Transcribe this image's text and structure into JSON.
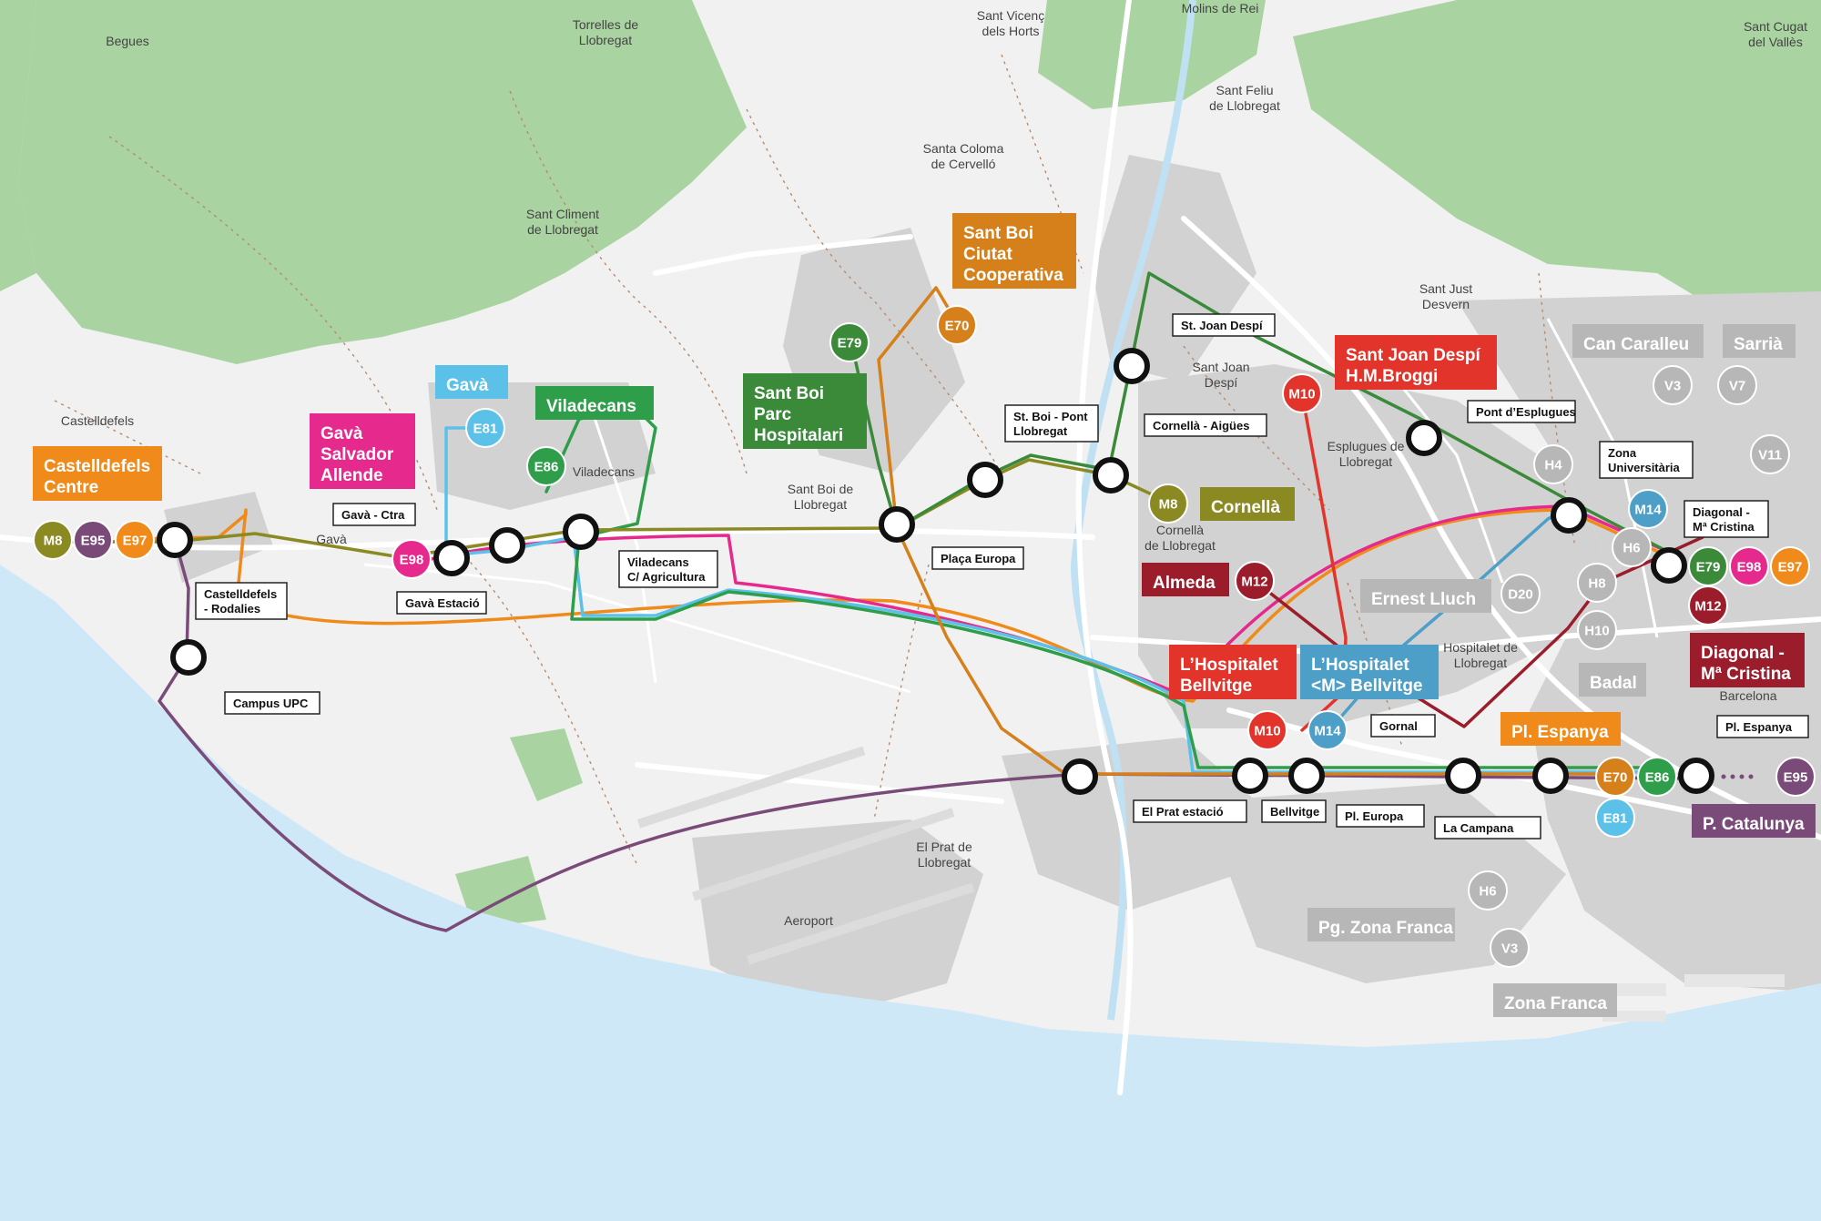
{
  "colors": {
    "sea": "#cfe8f7",
    "green_area": "#a9d3a0",
    "land": "#f1f1f1",
    "urban": "#d2d2d2",
    "road": "#ffffff",
    "river": "#bfe1f3",
    "border": "#b98a6a",
    "stop_ring": "#111111",
    "M8": "#8b8a22",
    "E95": "#7a4a78",
    "E97": "#f08a1a",
    "E98": "#e6298d",
    "E81": "#5cc1e9",
    "E86": "#2e9e4a",
    "E79": "#3a8a3a",
    "E70": "#d6801c",
    "M10": "#e2342a",
    "M12": "#9b1d2c",
    "M14": "#4d9fc8",
    "H": "#b7b7b7"
  },
  "places": [
    {
      "name": "Begues",
      "lines": [
        "Begues"
      ]
    },
    {
      "name": "Torrelles de Llobregat",
      "lines": [
        "Torrelles de",
        "Llobregat"
      ]
    },
    {
      "name": "Sant Vicenç dels Horts",
      "lines": [
        "Sant Vicenç",
        "dels Horts"
      ]
    },
    {
      "name": "Molins de Rei",
      "lines": [
        "Molins de Rei"
      ]
    },
    {
      "name": "Sant Cugat del Vallès",
      "lines": [
        "Sant Cugat",
        "del Vallès"
      ]
    },
    {
      "name": "Sant Feliu de Llobregat",
      "lines": [
        "Sant Feliu",
        "de Llobregat"
      ]
    },
    {
      "name": "Santa Coloma de Cervelló",
      "lines": [
        "Santa Coloma",
        "de Cervelló"
      ]
    },
    {
      "name": "Sant Climent de Llobregat",
      "lines": [
        "Sant Climent",
        "de Llobregat"
      ]
    },
    {
      "name": "Sant Just Desvern",
      "lines": [
        "Sant Just",
        "Desvern"
      ]
    },
    {
      "name": "Sant Joan Despí",
      "lines": [
        "Sant Joan",
        "Despí"
      ]
    },
    {
      "name": "Castelldefels",
      "lines": [
        "Castelldefels"
      ]
    },
    {
      "name": "Viladecans",
      "lines": [
        "Viladecans"
      ]
    },
    {
      "name": "Gavà",
      "lines": [
        "Gavà"
      ]
    },
    {
      "name": "Sant Boi de Llobregat",
      "lines": [
        "Sant Boi de",
        "Llobregat"
      ]
    },
    {
      "name": "Esplugues de Llobregat",
      "lines": [
        "Esplugues de",
        "Llobregat"
      ]
    },
    {
      "name": "Cornellà de Llobregat",
      "lines": [
        "Cornellà",
        "de Llobregat"
      ]
    },
    {
      "name": "Hospitalet de Llobregat",
      "lines": [
        "Hospitalet de",
        "Llobregat"
      ]
    },
    {
      "name": "Barcelona",
      "lines": [
        "Barcelona"
      ]
    },
    {
      "name": "El Prat de Llobregat",
      "lines": [
        "El Prat de",
        "Llobregat"
      ]
    },
    {
      "name": "Aeroport",
      "lines": [
        "Aeroport"
      ]
    }
  ],
  "stops": [
    {
      "label": "Castelldefels - Rodalies",
      "lines": [
        "Castelldefels",
        "- Rodalies"
      ]
    },
    {
      "label": "Campus UPC",
      "lines": [
        "Campus UPC"
      ]
    },
    {
      "label": "Gavà - Ctra",
      "lines": [
        "Gavà - Ctra"
      ]
    },
    {
      "label": "Gavà Estació",
      "lines": [
        "Gavà Estació"
      ]
    },
    {
      "label": "Viladecans C/ Agricultura",
      "lines": [
        "Viladecans",
        "C/ Agricultura"
      ]
    },
    {
      "label": "Plaça Europa",
      "lines": [
        "Plaça Europa"
      ]
    },
    {
      "label": "St. Boi - Pont Llobregat",
      "lines": [
        "St. Boi - Pont",
        "Llobregat"
      ]
    },
    {
      "label": "St. Joan Despí",
      "lines": [
        "St. Joan Despí"
      ]
    },
    {
      "label": "Cornellà - Aigües",
      "lines": [
        "Cornellà - Aigües"
      ]
    },
    {
      "label": "Pont d'Esplugues",
      "lines": [
        "Pont d’Esplugues"
      ]
    },
    {
      "label": "Zona Universitària",
      "lines": [
        "Zona",
        "Universitària"
      ]
    },
    {
      "label": "Diagonal - Mª Cristina",
      "lines": [
        "Diagonal -",
        "Mª Cristina"
      ]
    },
    {
      "label": "El Prat estació",
      "lines": [
        "El Prat estació"
      ]
    },
    {
      "label": "Bellvitge",
      "lines": [
        "Bellvitge"
      ]
    },
    {
      "label": "Gornal",
      "lines": [
        "Gornal"
      ]
    },
    {
      "label": "Pl. Europa",
      "lines": [
        "Pl. Europa"
      ]
    },
    {
      "label": "La Campana",
      "lines": [
        "La Campana"
      ]
    },
    {
      "label": "Pl. Espanya",
      "lines": [
        "Pl. Espanya"
      ]
    }
  ],
  "hubs": [
    {
      "label": "Castelldefels Centre",
      "lines": [
        "Castelldefels",
        "Centre"
      ],
      "color": "#f08a1a"
    },
    {
      "label": "Gavà",
      "lines": [
        "Gavà"
      ],
      "color": "#5cc1e9"
    },
    {
      "label": "Gavà Salvador Allende",
      "lines": [
        "Gavà",
        "Salvador",
        "Allende"
      ],
      "color": "#e6298d"
    },
    {
      "label": "Viladecans",
      "lines": [
        "Viladecans"
      ],
      "color": "#2e9e4a"
    },
    {
      "label": "Sant Boi Parc Hospitalari",
      "lines": [
        "Sant Boi",
        "Parc",
        "Hospitalari"
      ],
      "color": "#3a8a3a"
    },
    {
      "label": "Sant Boi Ciutat Cooperativa",
      "lines": [
        "Sant Boi",
        "Ciutat",
        "Cooperativa"
      ],
      "color": "#d6801c"
    },
    {
      "label": "Sant Joan Despí H.M.Broggi",
      "lines": [
        "Sant Joan Despí",
        "H.M.Broggi"
      ],
      "color": "#e2342a"
    },
    {
      "label": "Cornellà",
      "lines": [
        "Cornellà"
      ],
      "color": "#8b8a22"
    },
    {
      "label": "Almeda",
      "lines": [
        "Almeda"
      ],
      "color": "#9b1d2c"
    },
    {
      "label": "L'Hospitalet Bellvitge",
      "lines": [
        "L’Hospitalet",
        "Bellvitge"
      ],
      "color": "#e2342a"
    },
    {
      "label": "L'Hospitalet <M> Bellvitge",
      "lines": [
        "L’Hospitalet",
        "<M> Bellvitge"
      ],
      "color": "#4d9fc8"
    },
    {
      "label": "Ernest Lluch",
      "lines": [
        "Ernest Lluch"
      ],
      "color": "#b7b7b7"
    },
    {
      "label": "Can Caralleu",
      "lines": [
        "Can Caralleu"
      ],
      "color": "#b7b7b7"
    },
    {
      "label": "Sarrià",
      "lines": [
        "Sarrià"
      ],
      "color": "#b7b7b7"
    },
    {
      "label": "Badal",
      "lines": [
        "Badal"
      ],
      "color": "#b7b7b7"
    },
    {
      "label": "Diagonal - Mª Cristina",
      "lines": [
        "Diagonal -",
        "Mª Cristina"
      ],
      "color": "#9b1d2c"
    },
    {
      "label": "Pl. Espanya",
      "lines": [
        "Pl. Espanya"
      ],
      "color": "#f08a1a"
    },
    {
      "label": "P. Catalunya",
      "lines": [
        "P. Catalunya"
      ],
      "color": "#7a4a78"
    },
    {
      "label": "Pg. Zona Franca",
      "lines": [
        "Pg. Zona Franca"
      ],
      "color": "#b7b7b7"
    },
    {
      "label": "Zona Franca",
      "lines": [
        "Zona Franca"
      ],
      "color": "#b7b7b7"
    }
  ],
  "badges": [
    {
      "code": "M8"
    },
    {
      "code": "E95"
    },
    {
      "code": "E97"
    },
    {
      "code": "E81"
    },
    {
      "code": "E86"
    },
    {
      "code": "E98"
    },
    {
      "code": "E79"
    },
    {
      "code": "E70"
    },
    {
      "code": "M10"
    },
    {
      "code": "M8"
    },
    {
      "code": "M12"
    },
    {
      "code": "M10"
    },
    {
      "code": "M14"
    },
    {
      "code": "D20"
    },
    {
      "code": "H4"
    },
    {
      "code": "H6"
    },
    {
      "code": "H8"
    },
    {
      "code": "H10"
    },
    {
      "code": "V3"
    },
    {
      "code": "V7"
    },
    {
      "code": "V11"
    },
    {
      "code": "M14"
    },
    {
      "code": "E79"
    },
    {
      "code": "E98"
    },
    {
      "code": "E97"
    },
    {
      "code": "M12"
    },
    {
      "code": "E70"
    },
    {
      "code": "E86"
    },
    {
      "code": "E95"
    },
    {
      "code": "E81"
    },
    {
      "code": "H6"
    },
    {
      "code": "V3"
    }
  ]
}
